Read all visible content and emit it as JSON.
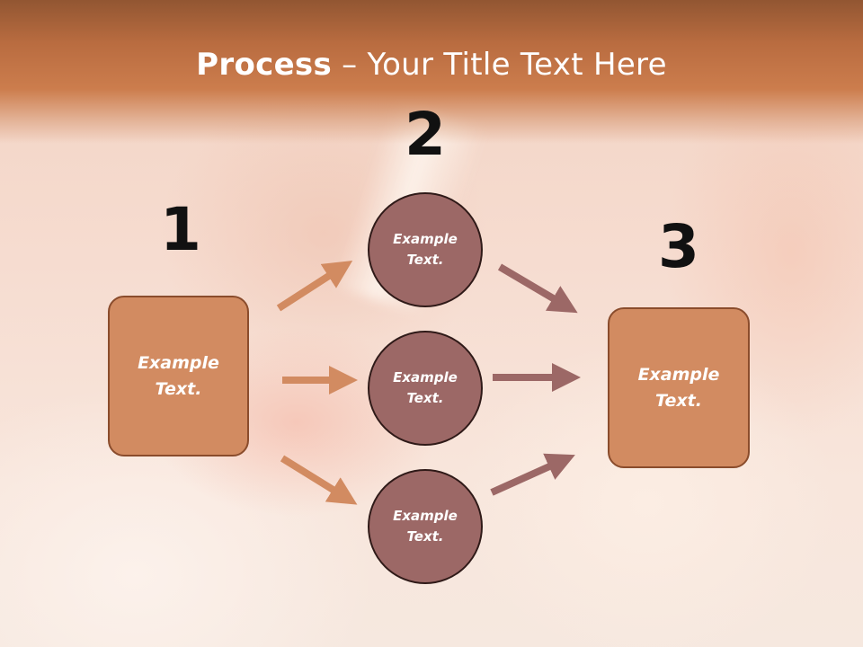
{
  "slide": {
    "title_bold": "Process",
    "title_rest": " – Your Title Text Here"
  },
  "steps": {
    "one": {
      "number": "1",
      "text": "Example Text."
    },
    "two": {
      "number": "2",
      "items": [
        {
          "text": "Example Text."
        },
        {
          "text": "Example Text."
        },
        {
          "text": "Example Text."
        }
      ]
    },
    "three": {
      "number": "3",
      "text": "Example Text."
    }
  },
  "colors": {
    "box_fill": "#d28b61",
    "circle_fill": "#9c6866",
    "arrow_in": "#d28b61",
    "arrow_out": "#9c6866"
  }
}
